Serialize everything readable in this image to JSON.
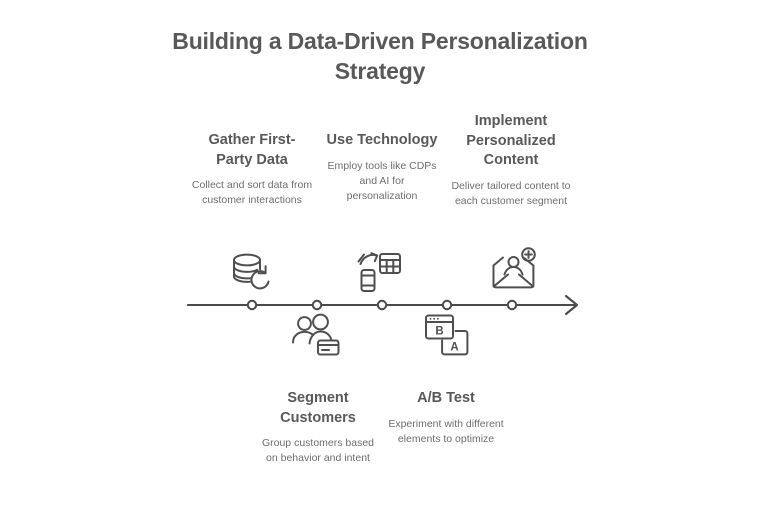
{
  "title": "Building a Data-Driven Personalization Strategy",
  "colors": {
    "background": "#ffffff",
    "heading": "#595959",
    "body_text": "#6e6e6e",
    "line": "#4a4a4a",
    "icon_stroke": "#4f4f4f"
  },
  "timeline": {
    "orientation": "horizontal",
    "arrow_direction": "right",
    "node_count": 5,
    "steps": [
      {
        "order": 1,
        "heading": "Gather First-Party Data",
        "description": "Collect and sort data from customer interactions",
        "icon": "database-refresh-icon",
        "icon_position": "above"
      },
      {
        "order": 2,
        "heading": "Segment Customers",
        "description": "Group customers based on behavior and intent",
        "icon": "people-card-icon",
        "icon_position": "below"
      },
      {
        "order": 3,
        "heading": "Use Technology",
        "description": "Employ tools like CDPs and AI for personalization",
        "icon": "phone-calculator-icon",
        "icon_position": "above"
      },
      {
        "order": 4,
        "heading": "A/B Test",
        "description": "Experiment with different elements to optimize",
        "icon": "ab-test-windows-icon",
        "icon_position": "below"
      },
      {
        "order": 5,
        "heading": "Implement Personalized Content",
        "description": "Deliver tailored content to each customer segment",
        "icon": "email-person-add-icon",
        "icon_position": "above"
      }
    ]
  }
}
